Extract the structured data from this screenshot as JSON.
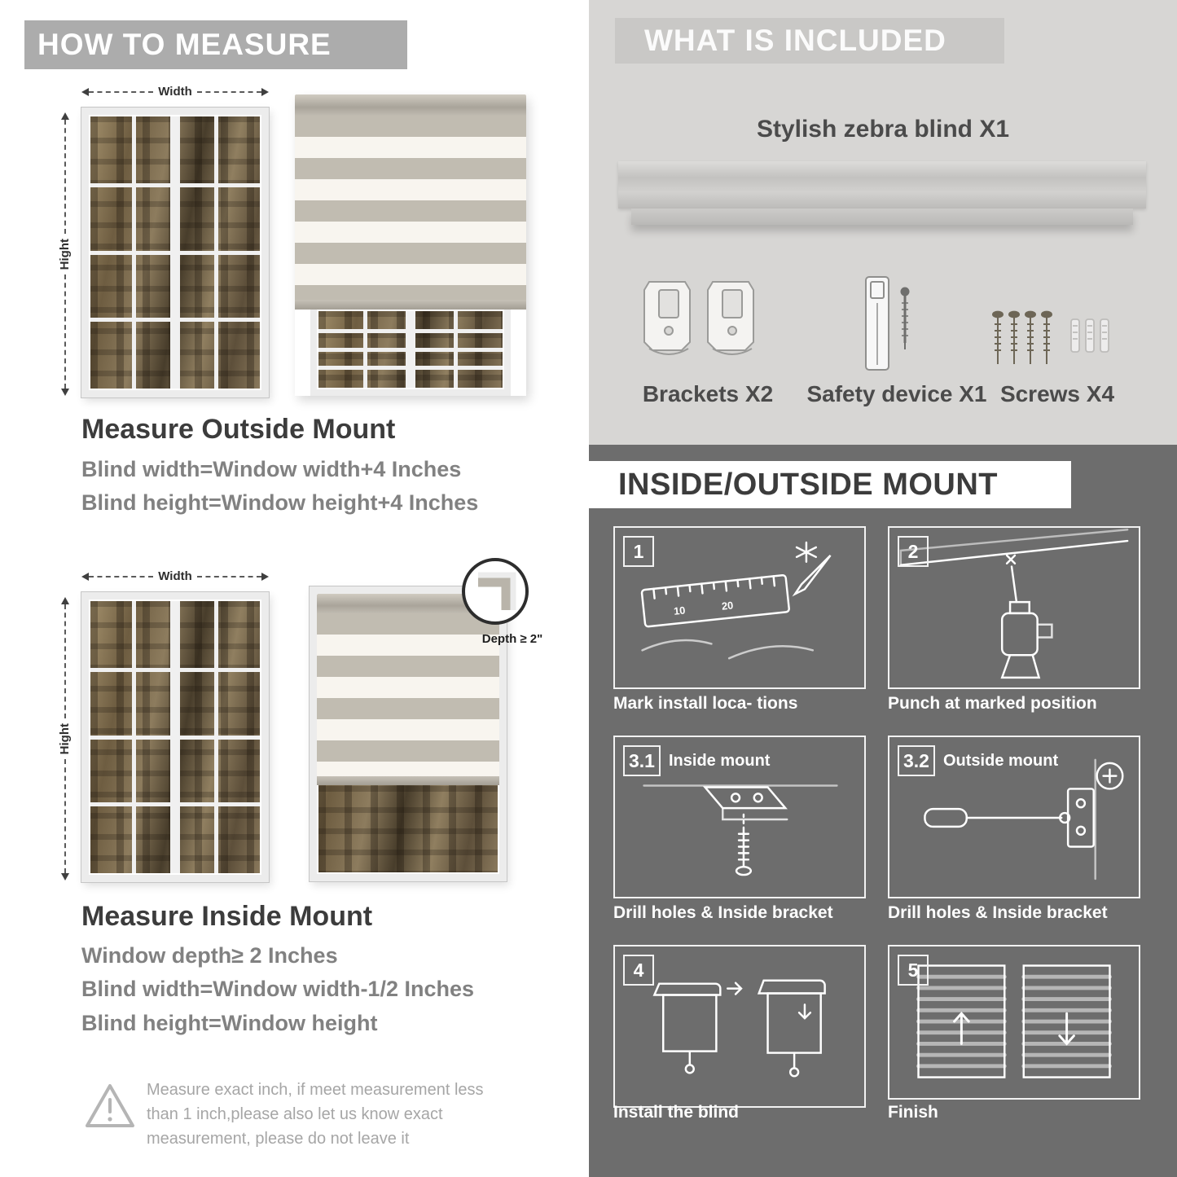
{
  "left": {
    "header": "HOW TO MEASURE",
    "outside_fig": {
      "width_label": "Width",
      "height_label": "Hight"
    },
    "outside_title": "Measure Outside Mount",
    "outside_line1": "Blind width=Window width+4 Inches",
    "outside_line2": "Blind height=Window height+4 Inches",
    "inside_fig": {
      "width_label": "Width",
      "height_label": "Hight",
      "depth_label": "Depth ≥ 2\""
    },
    "inside_title": "Measure Inside Mount",
    "inside_line1": "Window depth≥ 2 Inches",
    "inside_line2": "Blind width=Window width-1/2 Inches",
    "inside_line3": "Blind height=Window height",
    "warning_text": "Measure exact inch, if meet measurement less than 1 inch,please also let us know exact measurement, please do not leave it"
  },
  "included": {
    "header": "WHAT IS INCLUDED",
    "blind_label": "Stylish zebra blind X1",
    "brackets_label": "Brackets X2",
    "safety_label": "Safety device X1",
    "screws_label": "Screws X4"
  },
  "mount": {
    "header": "INSIDE/OUTSIDE MOUNT",
    "steps": [
      {
        "num": "1",
        "title": "",
        "caption": "Mark install loca- tions"
      },
      {
        "num": "2",
        "title": "",
        "caption": "Punch at  marked position"
      },
      {
        "num": "3.1",
        "title": "Inside mount",
        "caption": "Drill holes &  Inside bracket"
      },
      {
        "num": "3.2",
        "title": "Outside mount",
        "caption": "Drill holes &  Inside bracket"
      },
      {
        "num": "4",
        "title": "",
        "caption": "Install the blind"
      },
      {
        "num": "5",
        "title": "",
        "caption": "Finish"
      }
    ]
  },
  "palette": {
    "light_section_bg": "#d7d6d4",
    "dark_section_bg": "#6d6d6d",
    "banner_gray": "#acacac"
  }
}
